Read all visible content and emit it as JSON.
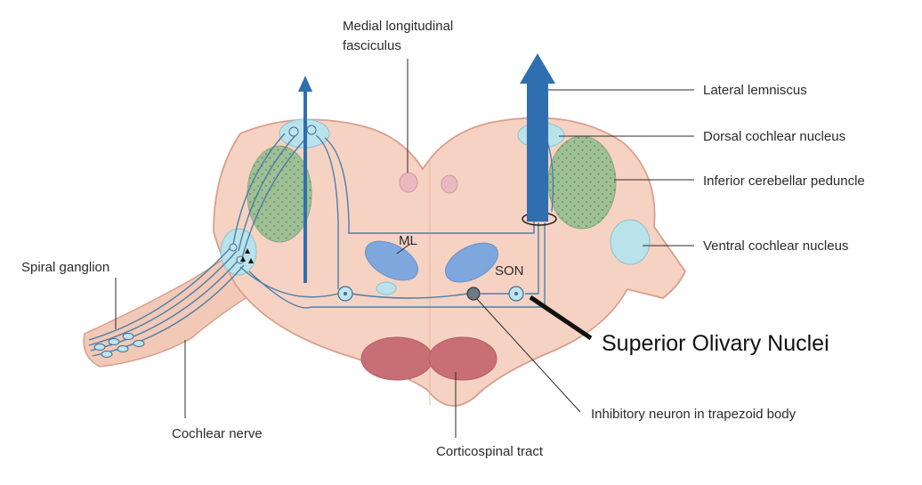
{
  "labels": {
    "mlf_line1": "Medial longitudinal",
    "mlf_line2": "fasciculus",
    "lateral_lemniscus": "Lateral lemniscus",
    "dorsal_cochlear": "Dorsal cochlear nucleus",
    "inferior_cerebellar": "Inferior cerebellar peduncle",
    "ventral_cochlear": "Ventral cochlear nucleus",
    "spiral_ganglion": "Spiral ganglion",
    "cochlear_nerve": "Cochlear nerve",
    "corticospinal": "Corticospinal tract",
    "inhibitory_neuron": "Inhibitory neuron in trapezoid body",
    "superior_olivary": "Superior Olivary Nuclei",
    "ml": "ML",
    "son": "SON"
  },
  "colors": {
    "tissue": "#f6d2c3",
    "tissue_edge": "#d89f8c",
    "fiber": "#4a7fa8",
    "tract_arrow": "#2f6fb0",
    "ml_blue": "#7ea7dd",
    "nucleus_light": "#b9e2ea",
    "peduncle_green": "#9fbf94",
    "corticospinal_red": "#c86f75",
    "mlf_pink": "#e9b9bf"
  }
}
